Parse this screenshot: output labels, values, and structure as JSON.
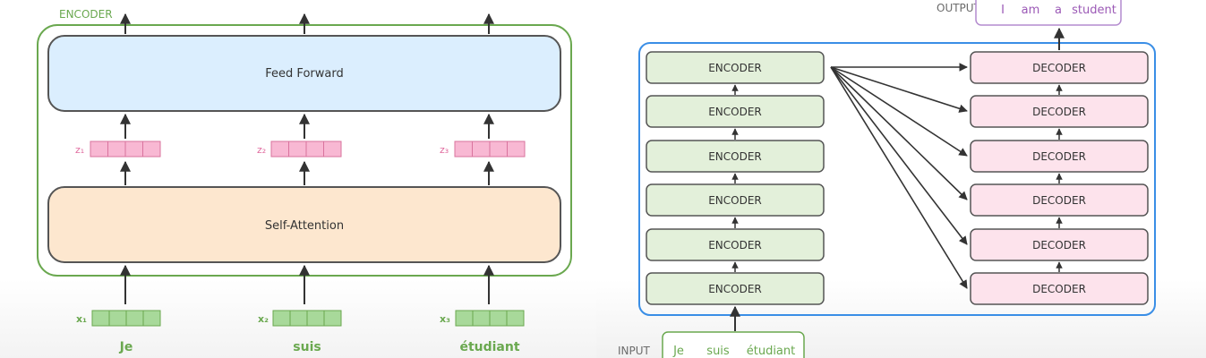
{
  "left": {
    "encoder_label": "ENCODER",
    "feed_forward": "Feed Forward",
    "self_attention": "Self-Attention",
    "z_labels": [
      "z₁",
      "z₂",
      "z₃"
    ],
    "x_labels": [
      "x₁",
      "x₂",
      "x₃"
    ],
    "words": [
      "Je",
      "suis",
      "étudiant"
    ]
  },
  "right": {
    "output_label": "OUTPUT",
    "output_words": [
      "I",
      "am",
      "a",
      "student"
    ],
    "input_label": "INPUT",
    "input_words": [
      "Je",
      "suis",
      "étudiant"
    ],
    "encoders": [
      "ENCODER",
      "ENCODER",
      "ENCODER",
      "ENCODER",
      "ENCODER",
      "ENCODER"
    ],
    "decoders": [
      "DECODER",
      "DECODER",
      "DECODER",
      "DECODER",
      "DECODER",
      "DECODER"
    ]
  },
  "colors": {
    "encoder_outline": "#6aa84f",
    "feed_forward_fill": "#dbeefe",
    "self_attention_fill": "#fde7cf",
    "vector_pink": "#f8b8d3",
    "vector_green": "#a8d99a",
    "encoder_block_fill": "#e3f0da",
    "decoder_block_fill": "#fde3ec",
    "stack_outline": "#3a8ee6",
    "output_outline": "#b48ccf"
  }
}
